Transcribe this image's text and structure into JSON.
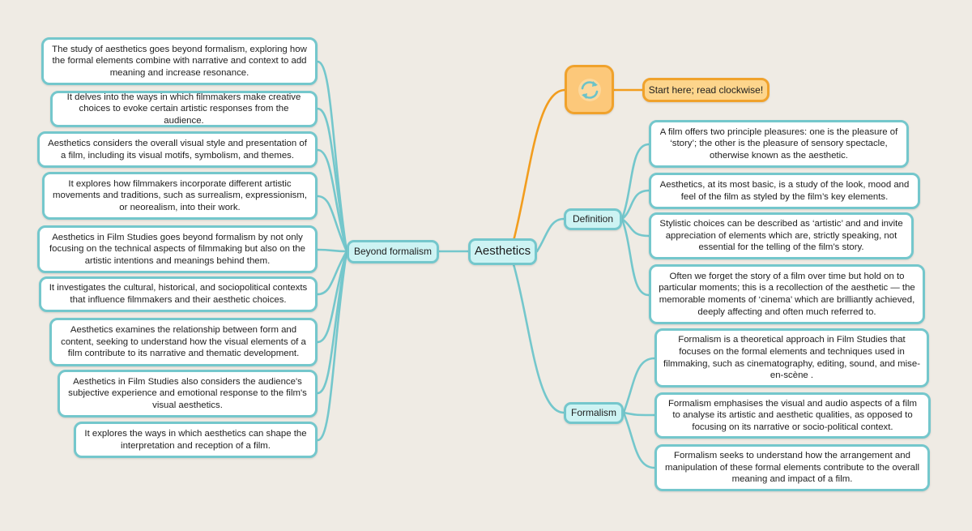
{
  "root": {
    "label": "Aesthetics"
  },
  "start": {
    "label": "Start here; read clockwise!",
    "icon": "cycle-arrows-icon"
  },
  "colors": {
    "background": "#efebe4",
    "branch": "#74c7cc",
    "hub_fill": "#cdf3f3",
    "start_branch": "#f29d1e",
    "start_fill": "#fdd58c"
  },
  "branches": [
    {
      "label": "Definition",
      "notes": [
        "A film offers two principle pleasures: one is the pleasure of ‘story’; the other is the pleasure of sensory spectacle, otherwise known as the aesthetic.",
        "Aesthetics, at its most basic, is a study of the look, mood and feel of the film as styled by the film’s key elements.",
        "Stylistic choices can be described as ‘artistic’ and and invite appreciation of elements which are, strictly speaking, not essential for the telling of the film’s story.",
        "Often we forget the story of a film over time but hold on to particular moments; this is a recollection of the aesthetic — the memorable moments of ‘cinema’ which are brilliantly achieved, deeply affecting and often much referred to."
      ]
    },
    {
      "label": "Formalism",
      "notes": [
        "Formalism is a theoretical approach in Film Studies that focuses on the formal elements and techniques used in filmmaking, such as cinematography, editing, sound, and mise-en-scène .",
        "Formalism emphasises the visual and audio aspects of a film to analyse its artistic and aesthetic qualities, as opposed to focusing on its narrative or socio-political context.",
        "Formalism seeks to understand how the arrangement and manipulation of these formal elements contribute to the overall meaning and impact of a film."
      ]
    },
    {
      "label": "Beyond formalism",
      "notes": [
        "The study of aesthetics goes beyond formalism, exploring how the formal elements combine with narrative and context to add meaning and increase resonance.",
        "It delves into the ways in which filmmakers make creative choices to evoke certain artistic responses from the audience.",
        "Aesthetics considers the overall visual style and presentation of a film, including its visual motifs, symbolism, and themes.",
        "It explores how filmmakers incorporate different artistic movements and traditions, such as surrealism, expressionism, or neorealism, into their work.",
        "Aesthetics in Film Studies goes beyond formalism by not only focusing on the technical aspects of filmmaking but also on the artistic intentions and meanings behind them.",
        "It investigates the cultural, historical, and sociopolitical contexts that influence filmmakers and their aesthetic choices.",
        "Aesthetics examines the relationship between form and content, seeking to understand how the visual elements of a film contribute to its narrative and thematic development.",
        "Aesthetics in Film Studies also considers the audience's subjective experience and emotional response to the film's visual aesthetics.",
        "It explores the ways in which aesthetics can shape the interpretation and reception of a film."
      ]
    }
  ]
}
